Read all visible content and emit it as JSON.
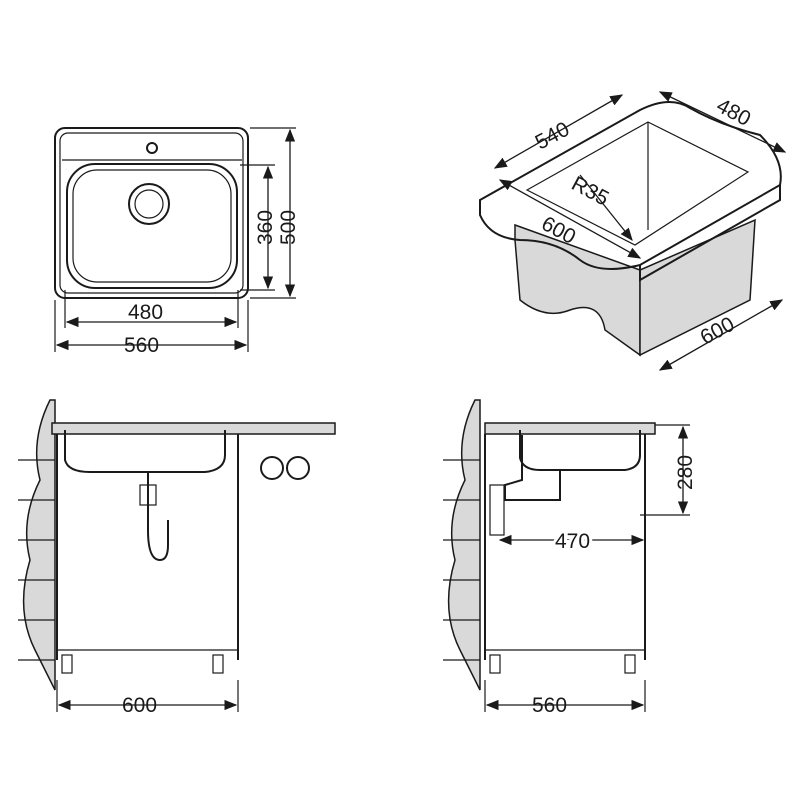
{
  "top_view": {
    "inner_height": "360",
    "outer_height": "500",
    "inner_width": "480",
    "outer_width": "560"
  },
  "iso_view": {
    "length": "540",
    "width": "480",
    "radius": "R35",
    "cutout": "600",
    "cabinet": "600"
  },
  "front_view": {
    "cabinet_width": "600"
  },
  "side_view": {
    "depth": "280",
    "drain_offset": "470",
    "cabinet_depth": "560"
  },
  "colors": {
    "line": "#1a1a1a",
    "fill": "#d9d9d9"
  }
}
